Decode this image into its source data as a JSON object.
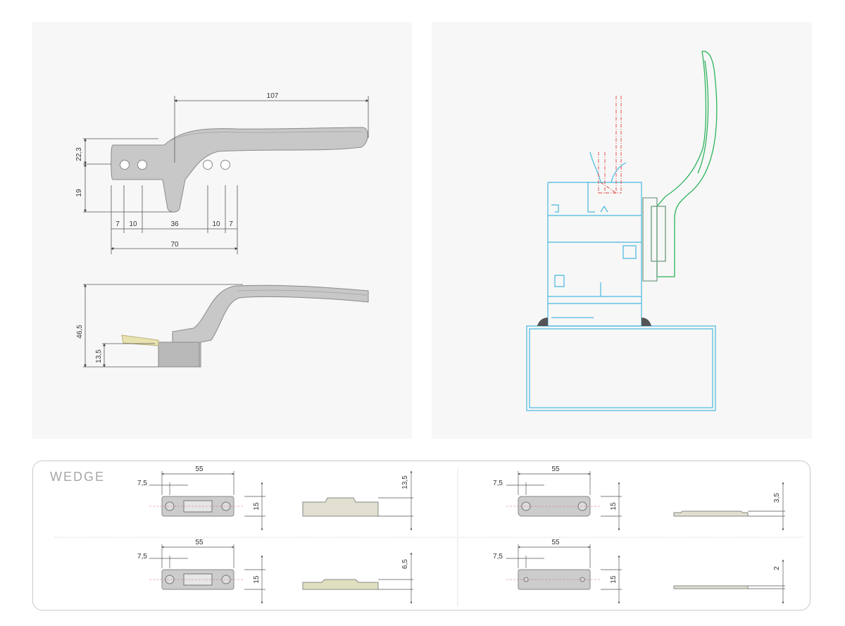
{
  "handle_top": {
    "dim_length": "107",
    "dim_height_a": "22,3",
    "dim_height_b": "19",
    "dim_7a": "7",
    "dim_10a": "10",
    "dim_36": "36",
    "dim_10b": "10",
    "dim_7b": "7",
    "dim_70": "70"
  },
  "handle_side": {
    "dim_height": "46,5",
    "dim_base": "13,5"
  },
  "wedge": {
    "title": "WEDGE",
    "items": [
      {
        "len": "55",
        "offset": "7,5",
        "height": "15",
        "thickness": "13,5"
      },
      {
        "len": "55",
        "offset": "7,5",
        "height": "15",
        "thickness": "3,5"
      },
      {
        "len": "55",
        "offset": "7,5",
        "height": "15",
        "thickness": "6,5"
      },
      {
        "len": "55",
        "offset": "7,5",
        "height": "15",
        "thickness": "2"
      }
    ]
  },
  "colors": {
    "panel": "#f7f7f7",
    "part": "#c8c8c8",
    "profile": "#47b8e0",
    "handle_green": "#2db35d",
    "axis_red": "#e0403a"
  }
}
